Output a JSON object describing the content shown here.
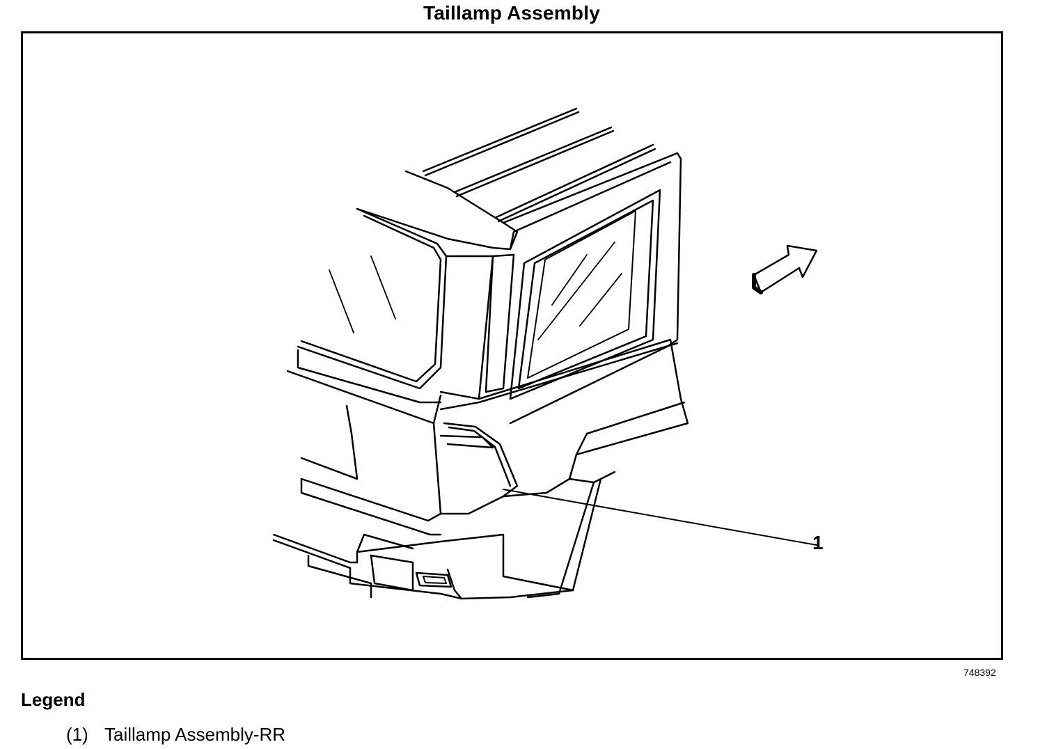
{
  "title": "Taillamp Assembly",
  "callouts": [
    {
      "number": "1"
    }
  ],
  "figure_id": "748392",
  "legend": {
    "heading": "Legend",
    "items": [
      {
        "number": "(1)",
        "label": "Taillamp Assembly-RR"
      }
    ]
  }
}
